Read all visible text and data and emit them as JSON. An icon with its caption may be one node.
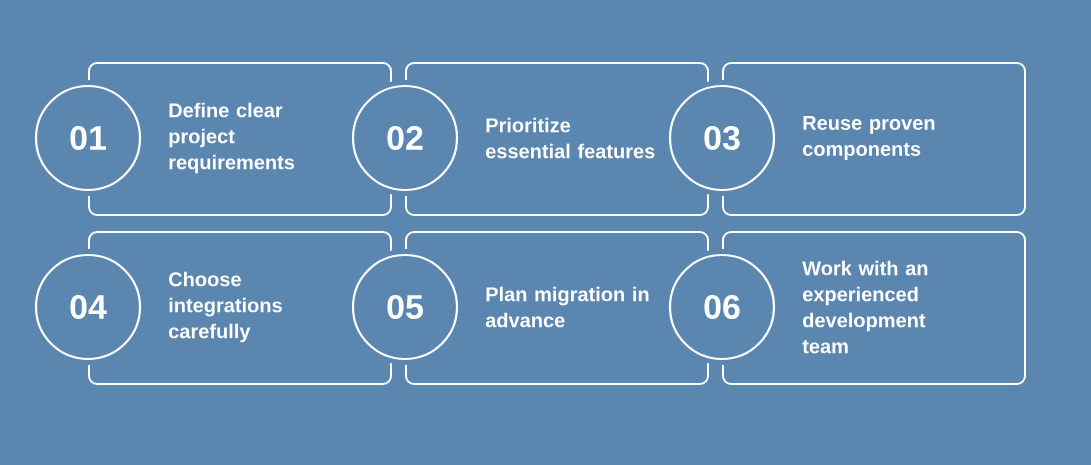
{
  "diagram": {
    "nodes": [
      {
        "text": [
          "01",
          "Define clear project requirements"
        ]
      },
      {
        "text": [
          "02",
          "Prioritize essential features"
        ]
      },
      {
        "text": [
          "03",
          "Reuse proven components"
        ]
      },
      {
        "text": [
          "04",
          "Choose integrations carefully"
        ]
      },
      {
        "text": [
          "05",
          "Plan migration in advance"
        ]
      },
      {
        "text": [
          "06",
          "Work with an experienced development team"
        ]
      }
    ]
  }
}
